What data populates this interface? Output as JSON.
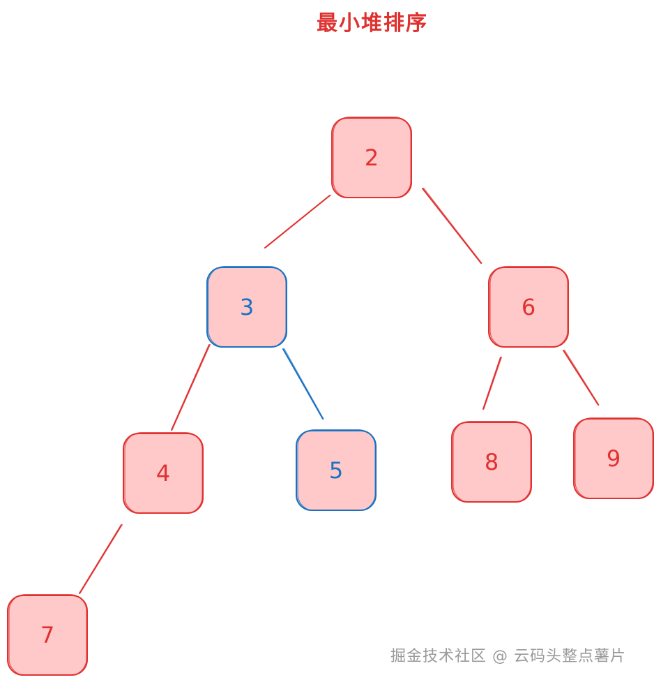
{
  "title": "最小堆排序",
  "watermark": "掘金技术社区 @ 云码头整点薯片",
  "colors": {
    "red": "#e03131",
    "blue": "#1971c2",
    "fill": "#ffc9c9",
    "title": "#e03131",
    "watermark": "#9a9a9a"
  },
  "nodes": [
    {
      "id": "n2",
      "label": "2",
      "color": "red"
    },
    {
      "id": "n3",
      "label": "3",
      "color": "blue"
    },
    {
      "id": "n6",
      "label": "6",
      "color": "red"
    },
    {
      "id": "n4",
      "label": "4",
      "color": "red"
    },
    {
      "id": "n5",
      "label": "5",
      "color": "blue"
    },
    {
      "id": "n8",
      "label": "8",
      "color": "red"
    },
    {
      "id": "n9",
      "label": "9",
      "color": "red"
    },
    {
      "id": "n7",
      "label": "7",
      "color": "red"
    }
  ],
  "edges": [
    {
      "from": "n2",
      "to": "n3",
      "color": "red"
    },
    {
      "from": "n2",
      "to": "n6",
      "color": "red"
    },
    {
      "from": "n3",
      "to": "n4",
      "color": "red"
    },
    {
      "from": "n3",
      "to": "n5",
      "color": "blue"
    },
    {
      "from": "n6",
      "to": "n8",
      "color": "red"
    },
    {
      "from": "n6",
      "to": "n9",
      "color": "red"
    },
    {
      "from": "n4",
      "to": "n7",
      "color": "red"
    }
  ]
}
